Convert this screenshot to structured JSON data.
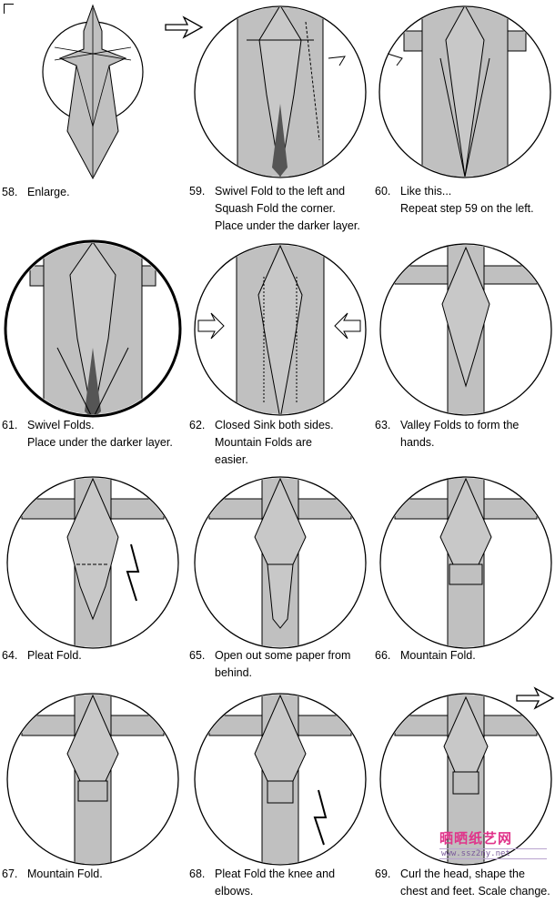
{
  "steps": [
    {
      "num": "58.",
      "lines": [
        "Enlarge."
      ]
    },
    {
      "num": "59.",
      "lines": [
        "Swivel Fold to the left and",
        "Squash Fold the corner.",
        "Place under the darker layer."
      ]
    },
    {
      "num": "60.",
      "lines": [
        "Like this...",
        "Repeat step 59 on the left."
      ]
    },
    {
      "num": "61.",
      "lines": [
        "Swivel Folds.",
        "Place under the darker layer."
      ]
    },
    {
      "num": "62.",
      "lines": [
        "Closed Sink both sides.",
        "Mountain Folds are",
        "easier."
      ]
    },
    {
      "num": "63.",
      "lines": [
        "Valley Folds to form the",
        "hands."
      ]
    },
    {
      "num": "64.",
      "lines": [
        "Pleat Fold."
      ]
    },
    {
      "num": "65.",
      "lines": [
        "Open out some paper from",
        "behind."
      ]
    },
    {
      "num": "66.",
      "lines": [
        "Mountain Fold."
      ]
    },
    {
      "num": "67.",
      "lines": [
        "Mountain Fold."
      ]
    },
    {
      "num": "68.",
      "lines": [
        "Pleat Fold the knee and",
        "elbows."
      ]
    },
    {
      "num": "69.",
      "lines": [
        "Curl the head, shape the",
        "chest and feet. Scale change."
      ]
    }
  ],
  "watermark": {
    "logo": "晒晒纸艺网",
    "url": "www.ssz2ny.net"
  },
  "colors": {
    "paper": "#c0c0c0",
    "dark": "#555555",
    "line": "#000000"
  }
}
